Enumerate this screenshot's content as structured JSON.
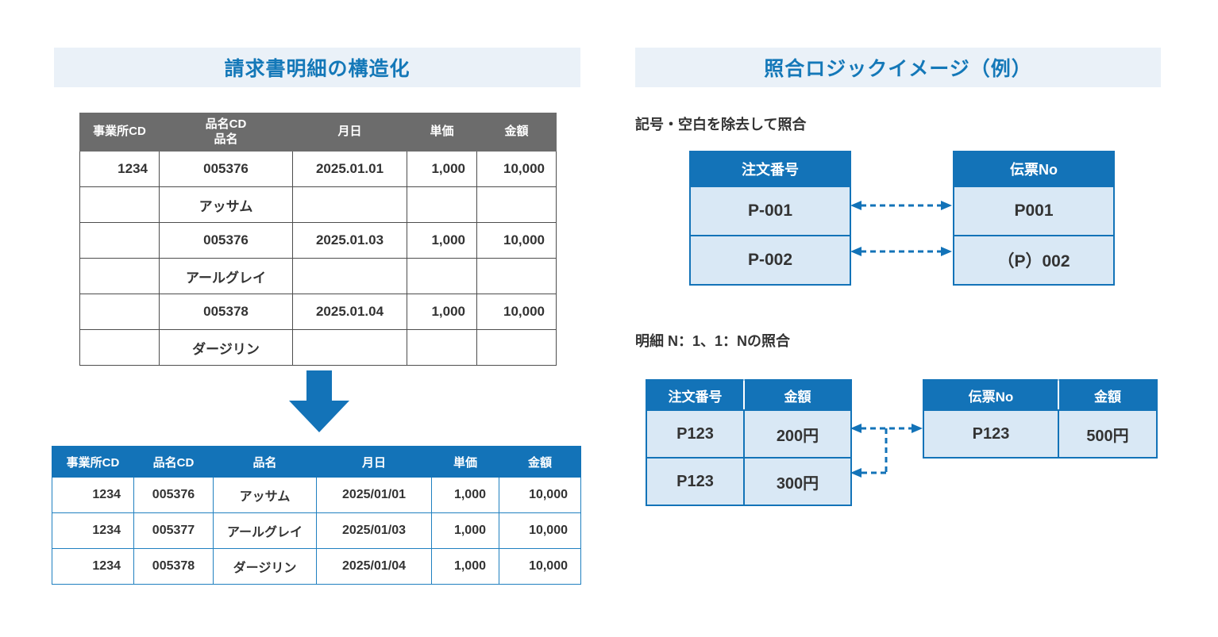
{
  "left_panel": {
    "title": "請求書明細の構造化",
    "source_table": {
      "headers": [
        "事業所CD",
        "品名CD\n品名",
        "月日",
        "単価",
        "金額"
      ],
      "rows": [
        [
          "1234",
          "005376",
          "2025.01.01",
          "1,000",
          "10,000"
        ],
        [
          "",
          "アッサム",
          "",
          "",
          ""
        ],
        [
          "",
          "005376",
          "2025.01.03",
          "1,000",
          "10,000"
        ],
        [
          "",
          "アールグレイ",
          "",
          "",
          ""
        ],
        [
          "",
          "005378",
          "2025.01.04",
          "1,000",
          "10,000"
        ],
        [
          "",
          "ダージリン",
          "",
          "",
          ""
        ]
      ]
    },
    "structured_table": {
      "headers": [
        "事業所CD",
        "品名CD",
        "品名",
        "月日",
        "単価",
        "金額"
      ],
      "rows": [
        [
          "1234",
          "005376",
          "アッサム",
          "2025/01/01",
          "1,000",
          "10,000"
        ],
        [
          "1234",
          "005377",
          "アールグレイ",
          "2025/01/03",
          "1,000",
          "10,000"
        ],
        [
          "1234",
          "005378",
          "ダージリン",
          "2025/01/04",
          "1,000",
          "10,000"
        ]
      ]
    }
  },
  "right_panel": {
    "title": "照合ロジックイメージ（例）",
    "section1": {
      "label": "記号・空白を除去して照合",
      "order_table": {
        "header": "注文番号",
        "rows": [
          "P-001",
          "P-002"
        ]
      },
      "slip_table": {
        "header": "伝票No",
        "rows": [
          "P001",
          "（P）002"
        ]
      }
    },
    "section2": {
      "label": "明細 N：1、1：Nの照合",
      "order_table": {
        "headers": [
          "注文番号",
          "金額"
        ],
        "rows": [
          [
            "P123",
            "200円"
          ],
          [
            "P123",
            "300円"
          ]
        ]
      },
      "slip_table": {
        "headers": [
          "伝票No",
          "金額"
        ],
        "rows": [
          [
            "P123",
            "500円"
          ]
        ]
      }
    }
  },
  "colors": {
    "accent_blue": "#1373B8",
    "title_bar_bg": "#EAF1F8",
    "light_cell_bg": "#D9E8F5",
    "gray_header": "#6C6C6C"
  }
}
